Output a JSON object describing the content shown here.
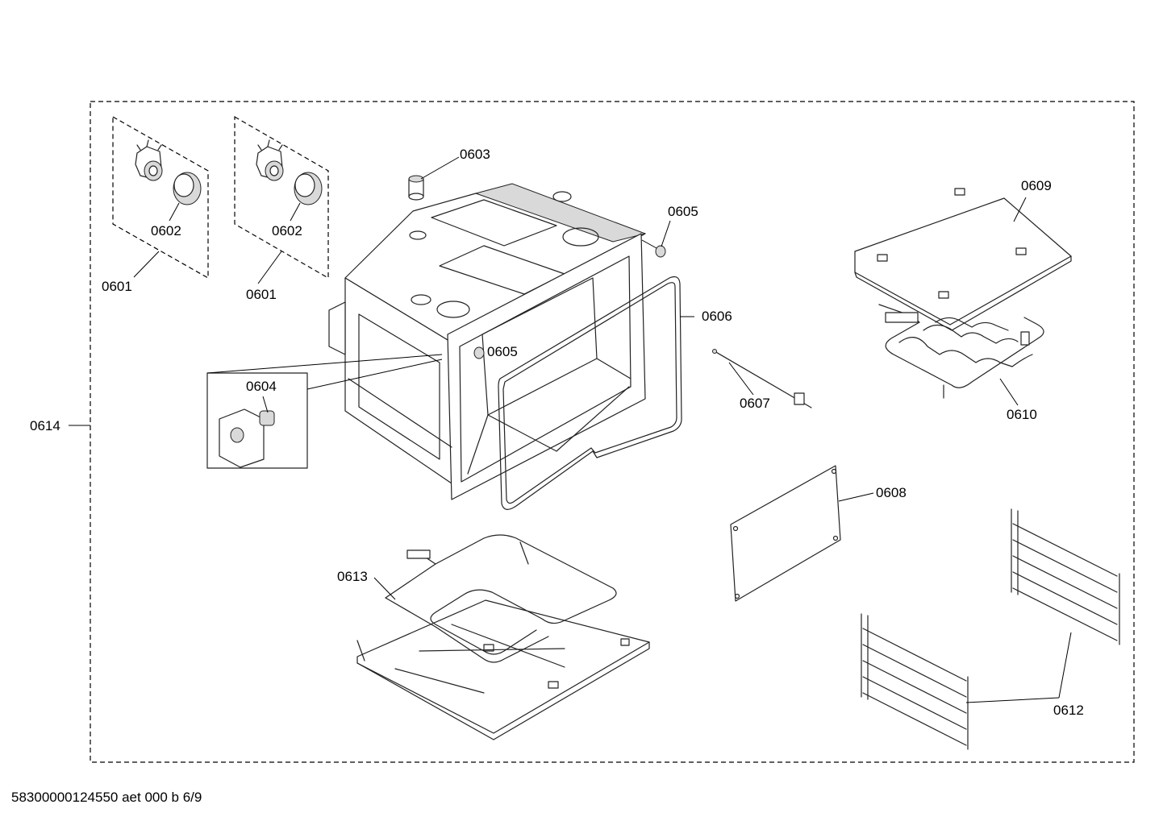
{
  "diagram": {
    "labels": {
      "p0601_left": "0601",
      "p0601_right": "0601",
      "p0602_left": "0602",
      "p0602_right": "0602",
      "p0603": "0603",
      "p0604": "0604",
      "p0605_top": "0605",
      "p0605_mid": "0605",
      "p0606": "0606",
      "p0607": "0607",
      "p0608": "0608",
      "p0609": "0609",
      "p0610": "0610",
      "p0612": "0612",
      "p0613": "0613",
      "p0614": "0614"
    }
  },
  "footer": {
    "code": "58300000124550 aet 000 b 6/9"
  }
}
